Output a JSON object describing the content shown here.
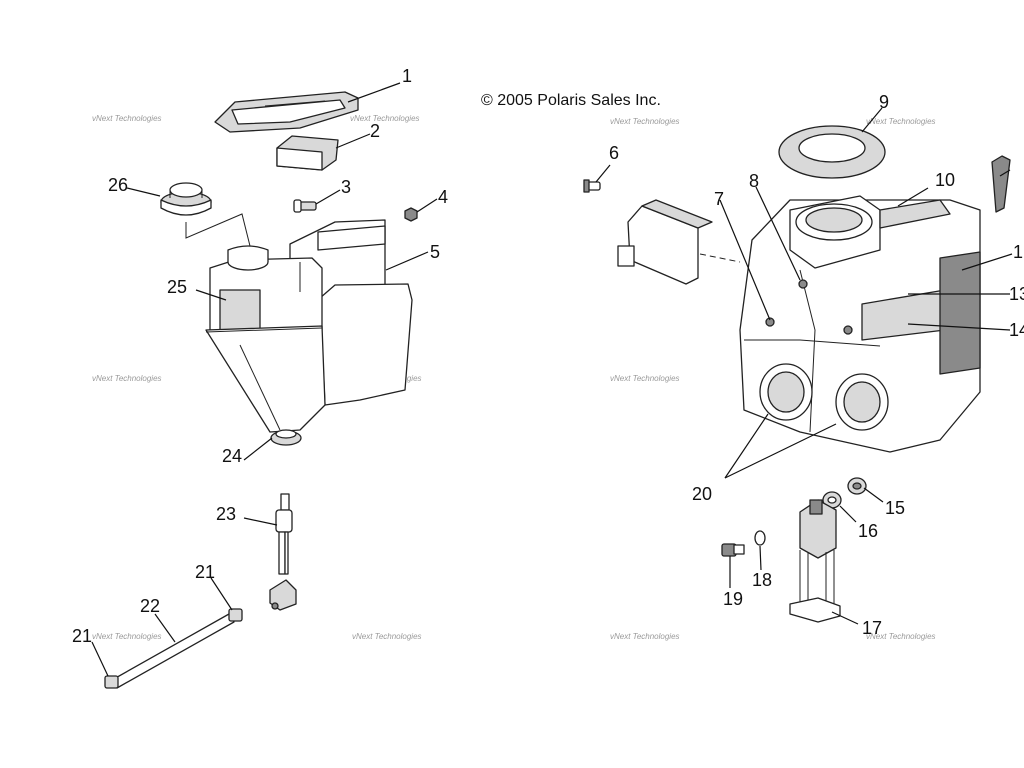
{
  "copyright": "© 2005 Polaris Sales Inc.",
  "watermark": "vNext Technologies",
  "callouts": [
    "1",
    "2",
    "3",
    "4",
    "5",
    "6",
    "7",
    "8",
    "9",
    "10",
    "1",
    "13",
    "14",
    "15",
    "16",
    "17",
    "18",
    "19",
    "20",
    "21",
    "21",
    "22",
    "23",
    "24",
    "25",
    "26"
  ]
}
